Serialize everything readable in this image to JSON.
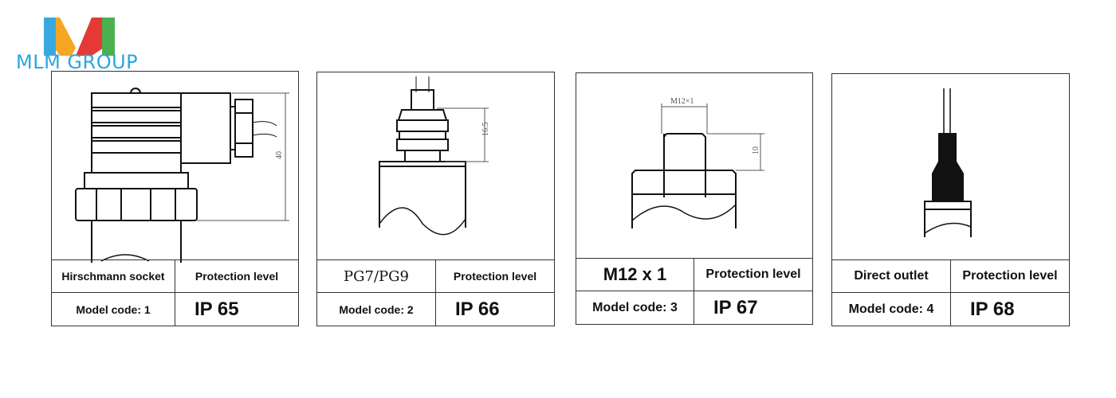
{
  "logo": {
    "text": "MLM GROUP",
    "colors": [
      "#3aa8e0",
      "#f5a623",
      "#e53935",
      "#4caf50"
    ]
  },
  "panels": [
    {
      "connection": "Hirschmann socket",
      "protection_label": "Protection level",
      "model_code": "Model code: 1",
      "ip": "IP 65",
      "dimension": "40"
    },
    {
      "connection": "PG7/PG9",
      "protection_label": "Protection level",
      "model_code": "Model code: 2",
      "ip": "IP 66",
      "dimension": "16.5"
    },
    {
      "connection": "M12 x 1",
      "protection_label": "Protection level",
      "model_code": "Model code: 3",
      "ip": "IP 67",
      "dimension": "10",
      "thread": "M12×1"
    },
    {
      "connection": "Direct outlet",
      "protection_label": "Protection level",
      "model_code": "Model code: 4",
      "ip": "IP 68"
    }
  ]
}
